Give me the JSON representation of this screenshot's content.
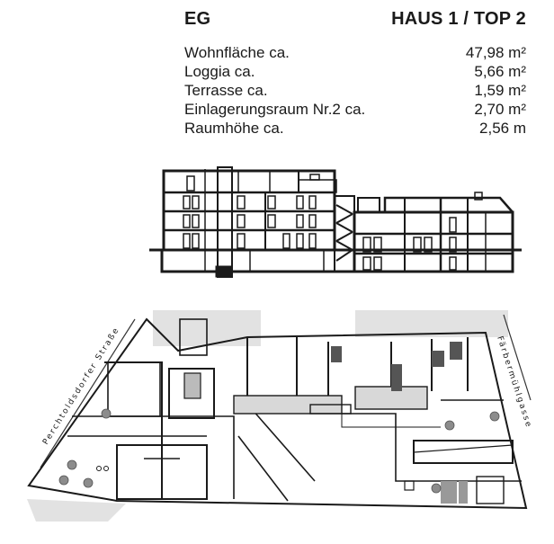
{
  "header": {
    "floor_label": "EG",
    "unit_label": "HAUS 1 / TOP 2"
  },
  "specs": [
    {
      "label": "Wohnfläche ca.",
      "value": "47,98 m²"
    },
    {
      "label": "Loggia ca.",
      "value": "5,66 m²"
    },
    {
      "label": "Terrasse ca.",
      "value": "1,59 m²"
    },
    {
      "label": "Einlagerungsraum Nr.2 ca.",
      "value": "2,70 m²"
    },
    {
      "label": "Raumhöhe ca.",
      "value": "2,56 m"
    }
  ],
  "section_drawing": {
    "description": "building cross-section"
  },
  "site_plan": {
    "street_left": "Perchtoldsdorfer Straße",
    "street_right": "Färbermühlgasse"
  },
  "colors": {
    "ink": "#1a1a1a",
    "stipple": "#9a9a9a",
    "tree": "#8c8c8c"
  }
}
